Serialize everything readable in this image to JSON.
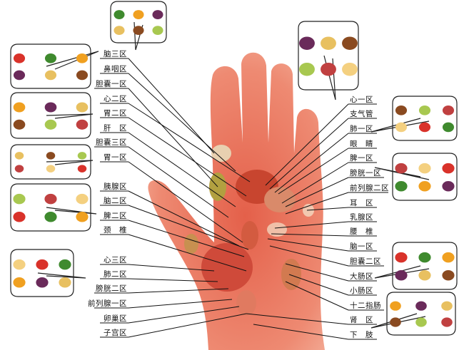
{
  "title": "Hand reflexology zones",
  "left_labels": [
    "脑三区",
    "鼻咽区",
    "胆囊一区",
    "心二区",
    "胃二区",
    "肝　区",
    "胆囊三区",
    "胃一区",
    "胰腺区",
    "脑二区",
    "脾二区",
    "颈　椎",
    "心三区",
    "肺二区",
    "膀胱二区",
    "前列腺一区",
    "卵巢区",
    "子宫区"
  ],
  "right_labels": [
    "心一区",
    "支气管",
    "肺一区",
    "眼　睛",
    "脾一区",
    "膀胱一区",
    "前列腺二区",
    "耳　区",
    "乳腺区",
    "腰　椎",
    "脑一区",
    "胆囊二区",
    "大肠区",
    "小肠区",
    "十二指肠",
    "肾　区",
    "下　肢"
  ],
  "colors": {
    "skin": "#e9826c",
    "skin_dark": "#d9573f",
    "line": "#111111"
  }
}
